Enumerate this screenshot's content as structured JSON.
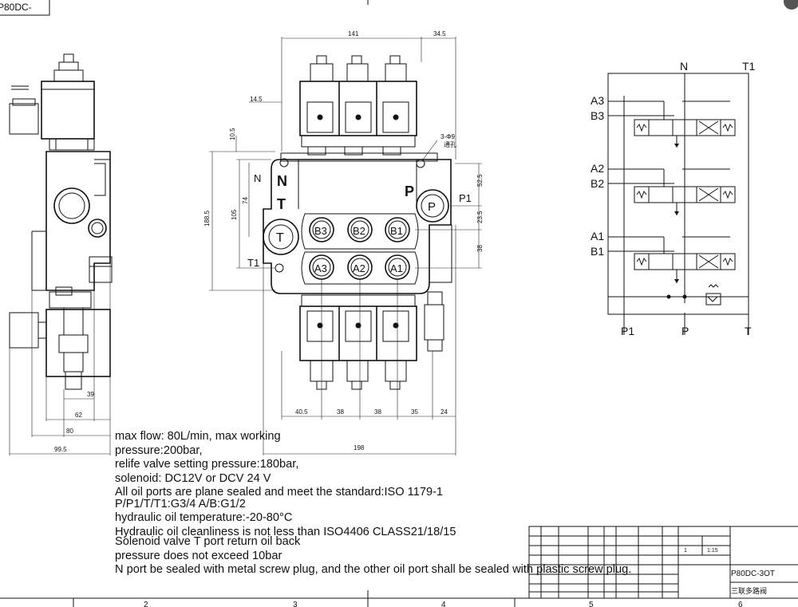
{
  "drawing_number": "P80DC-3OT",
  "title_zh": "三联多路阀",
  "dimensions": {
    "top_width": "141",
    "top_right": "34.5",
    "d_14_5": "14.5",
    "d_10_5": "10.5",
    "d_188_5": "188.5",
    "d_105": "105",
    "d_74": "74",
    "d_52_5": "52.5",
    "d_23_5": "23.5",
    "d_38_v": "38",
    "bottom_40_5": "40.5",
    "bottom_38_a": "38",
    "bottom_38_b": "38",
    "bottom_35": "35",
    "bottom_24": "24",
    "overall_198": "198",
    "side_39": "39",
    "side_62": "62",
    "side_80": "80",
    "side_99_5": "99.5"
  },
  "mount_holes": "3-Φ9",
  "mount_holes_sub": "通孔",
  "front_ports": {
    "N": "N",
    "T_letter": "T",
    "P_letter": "P",
    "P1": "P1",
    "T1": "T1",
    "N_side": "N",
    "P_circle": "P",
    "T_circle": "T",
    "B3": "B3",
    "B2": "B2",
    "B1": "B1",
    "A3": "A3",
    "A2": "A2",
    "A1": "A1"
  },
  "schematic": {
    "N": "N",
    "T1": "T1",
    "A3": "A3",
    "B3": "B3",
    "A2": "A2",
    "B2": "B2",
    "A1": "A1",
    "B1": "B1",
    "P1": "P1",
    "P": "P",
    "T": "T"
  },
  "notes": [
    "max flow: 80L/min, max working",
    "pressure:200bar,",
    "relife valve setting pressure:180bar,",
    "solenoid: DC12V or DCV 24 V",
    "All oil ports are plane sealed and meet the standard:ISO 1179-1",
    "P/P1/T/T1:G3/4    A/B:G1/2",
    "hydraulic oil temperature:-20-80°C",
    "Hydraulic oil cleanliness is not less than ISO4406 CLASS21/18/15",
    "Solenoid valve T port return oil back",
    "pressure does not exceed 10bar",
    "N port be sealed with metal screw plug, and the other oil port shall be sealed with plastic screw plug."
  ],
  "title_block": {
    "scale_1": "1",
    "scale_115": "1:15"
  },
  "zone_numbers": [
    "2",
    "3",
    "4",
    "5",
    "6"
  ],
  "corner_label": "P80DC-"
}
